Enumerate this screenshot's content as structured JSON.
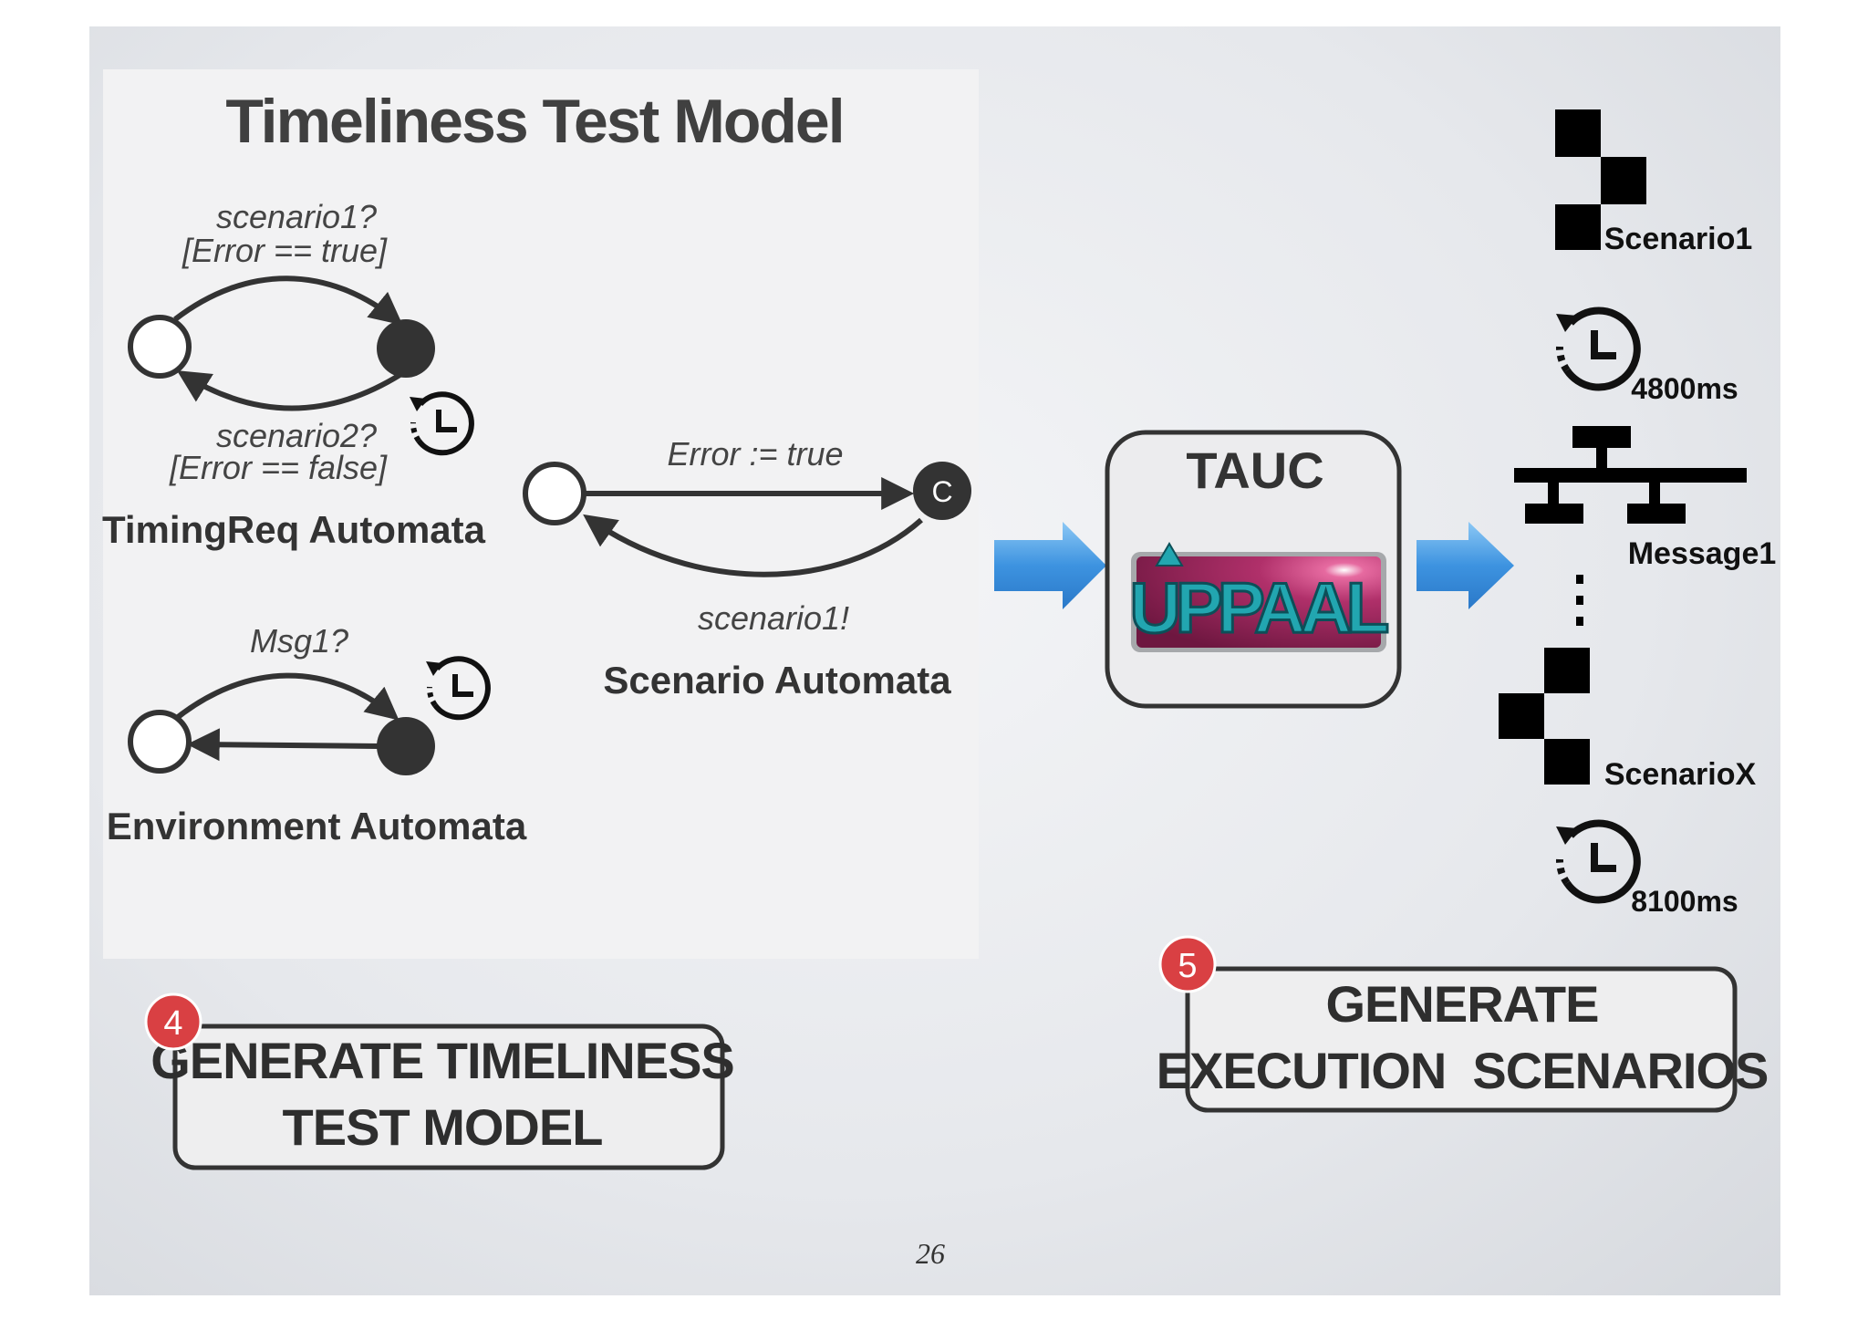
{
  "slide_title": "Timeliness Test Model",
  "timingreq": {
    "edge_top": [
      "scenario1?",
      "[Error == true]"
    ],
    "edge_bottom": [
      "scenario2?",
      "[Error == false]"
    ],
    "label": "TimingReq Automata"
  },
  "environment": {
    "edge_label": "Msg1?",
    "label": "Environment Automata"
  },
  "scenario": {
    "edge_top": "Error := true",
    "edge_bottom": "scenario1!",
    "committed_marker": "C",
    "label": "Scenario Automata"
  },
  "tauc": {
    "title": "TAUC",
    "logo_text": "UPPAAL"
  },
  "outputs": {
    "scenario1": "Scenario1",
    "delay1": "4800ms",
    "message1": "Message1",
    "ellipsis": "⋮",
    "scenarioX": "ScenarioX",
    "delay2": "8100ms"
  },
  "step4": {
    "number": "4",
    "lines": [
      "GENERATE TIMELINESS",
      "TEST MODEL"
    ]
  },
  "step5": {
    "number": "5",
    "lines": [
      "GENERATE",
      "EXECUTION  SCENARIOS"
    ]
  },
  "page_number": "26",
  "colors": {
    "badge": "#d94043",
    "arrow": "#4a9fe6",
    "logo_bg": "#a0245c",
    "logo_text": "#22a6b0",
    "dark": "#333333"
  }
}
